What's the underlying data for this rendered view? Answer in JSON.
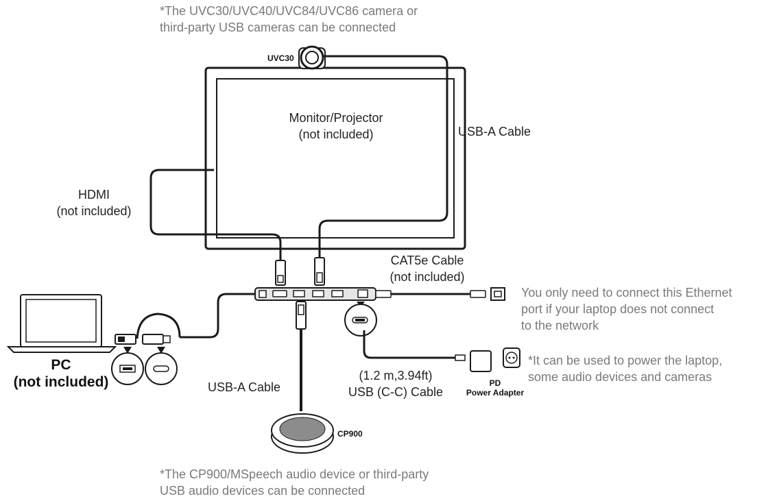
{
  "notes": {
    "camera": [
      "*The UVC30/UVC40/UVC84/UVC86 camera or",
      "third-party USB cameras can be connected"
    ],
    "audio": [
      "*The CP900/MSpeech audio device or third-party",
      "USB audio devices can be connected"
    ],
    "ethernet": [
      "You only need to connect this Ethernet",
      "port if your laptop does not connect",
      "to the network"
    ],
    "power": [
      "*It can be used to power the laptop,",
      "some audio devices and cameras"
    ]
  },
  "devices": {
    "camera": "UVC30",
    "monitor": [
      "Monitor/Projector",
      "(not included)"
    ],
    "pc": [
      "PC",
      "(not included)"
    ],
    "speaker": "CP900",
    "adapter": [
      "PD",
      "Power Adapter"
    ]
  },
  "cables": {
    "usb_a_top": "USB-A Cable",
    "hdmi": [
      "HDMI",
      "(not included)"
    ],
    "cat5e": [
      "CAT5e Cable",
      "(not included)"
    ],
    "usb_a_bottom": "USB-A Cable",
    "usb_c": [
      "(1.2 m,3.94ft)",
      "USB (C-C) Cable"
    ]
  },
  "colors": {
    "line": "#1a1a1a",
    "note": "#7a7a7a",
    "device_fill": "#e6e6e6",
    "speaker_top": "#8c8c8c"
  }
}
